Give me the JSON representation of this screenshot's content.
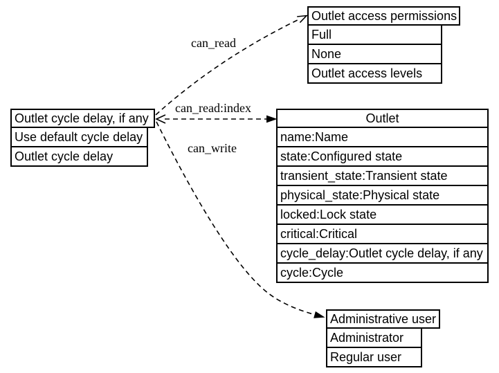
{
  "diagram": {
    "type": "dependency-graph",
    "colors": {
      "background": "#ffffff",
      "line": "#000000",
      "text": "#000000",
      "node_fill": "#ffffff"
    },
    "nodes": {
      "outlet_cycle_delay_type": {
        "title": "Outlet cycle delay, if any",
        "rows": [
          "Use default cycle delay",
          "Outlet cycle delay"
        ]
      },
      "outlet_access_permissions": {
        "title": "Outlet access permissions",
        "rows": [
          "Full",
          "None",
          "Outlet access levels"
        ]
      },
      "outlet": {
        "title": "Outlet",
        "rows": [
          "name:Name",
          "state:Configured state",
          "transient_state:Transient state",
          "physical_state:Physical state",
          "locked:Lock state",
          "critical:Critical",
          "cycle_delay:Outlet cycle delay, if any",
          "cycle:Cycle"
        ]
      },
      "administrative_user": {
        "title": "Administrative user",
        "rows": [
          "Administrator",
          "Regular user"
        ]
      }
    },
    "edges": [
      {
        "label": "can_read",
        "from": "outlet_cycle_delay_type",
        "to": "outlet_access_permissions",
        "style": "dashed",
        "arrowhead": "open"
      },
      {
        "label": "can_read:index",
        "from": "outlet_cycle_delay_type",
        "to": "outlet",
        "style": "dashed",
        "arrowhead": "filled",
        "arrowtail": "open"
      },
      {
        "label": "can_write",
        "from": "outlet_cycle_delay_type",
        "to": "administrative_user",
        "style": "dashed",
        "arrowhead": "filled"
      }
    ]
  }
}
